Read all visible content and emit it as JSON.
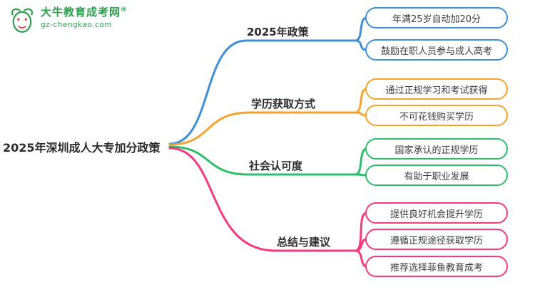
{
  "logo": {
    "title": "大牛教育成考网",
    "registered": "®",
    "domain": "gz-chengkao.com",
    "color": "#2e9e4f",
    "accent": "#d43c2f"
  },
  "root": {
    "label": "2025年深圳成人大专加分政策"
  },
  "branches": [
    {
      "label": "2025年政策",
      "color": "#3d8fd8",
      "children": [
        "年满25岁自动加20分",
        "鼓励在职人员参与成人高考"
      ]
    },
    {
      "label": "学历获取方式",
      "color": "#f5a32c",
      "children": [
        "通过正规学习和考试获得",
        "不可花钱购买学历"
      ]
    },
    {
      "label": "社会认可度",
      "color": "#2abf68",
      "children": [
        "国家承认的正规学历",
        "有助于职业发展"
      ]
    },
    {
      "label": "总结与建议",
      "color": "#f5397f",
      "children": [
        "提供良好机会提升学历",
        "遵循正规途径获取学历",
        "推荐选择菲鱼教育成考"
      ]
    }
  ]
}
